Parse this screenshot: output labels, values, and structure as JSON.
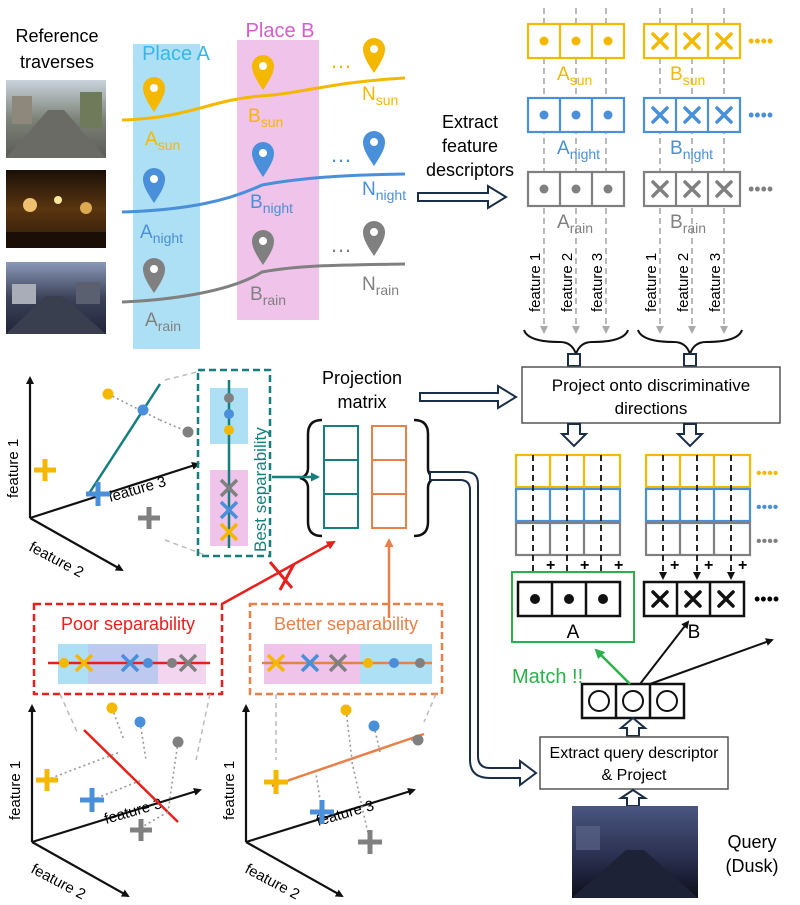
{
  "colors": {
    "sun": "#f5b800",
    "night": "#4a8fd9",
    "rain": "#808080",
    "placeA": "#aee0f5",
    "placeB": "#efc3ea",
    "placeALabel": "#33b8e8",
    "placeBLabel": "#d65ccc",
    "teal": "#177e7e",
    "orange": "#e8804a",
    "red": "#e8201c",
    "green": "#2bb14b",
    "navy": "#1a2e48"
  },
  "icons": [
    "location-pin-icon",
    "dot-icon",
    "cross-icon",
    "plus-icon",
    "circle-icon",
    "hollow-arrow-icon"
  ],
  "reference": {
    "title_line1": "Reference",
    "title_line2": "traverses"
  },
  "places": {
    "a": "Place A",
    "b": "Place B"
  },
  "traverses": {
    "sun": {
      "a": "A",
      "b": "B",
      "n": "N",
      "sub": "sun"
    },
    "night": {
      "a": "A",
      "b": "B",
      "n": "N",
      "sub": "night"
    },
    "rain": {
      "a": "A",
      "b": "B",
      "n": "N",
      "sub": "rain"
    }
  },
  "ellipsis": "…",
  "extract": {
    "line1": "Extract",
    "line2": "feature",
    "line3": "descriptors"
  },
  "descriptors": {
    "a_sun": "A",
    "b_sun": "B",
    "sun_sub": "sun",
    "a_night": "A",
    "b_night": "B",
    "night_sub": "night",
    "a_rain": "A",
    "b_rain": "B",
    "rain_sub": "rain",
    "trailing_dots": "••••"
  },
  "features": [
    "feature 1",
    "feature 2",
    "feature 3"
  ],
  "projection": {
    "line1": "Projection",
    "line2": "matrix"
  },
  "project_box": {
    "line1": "Project onto discriminative",
    "line2": "directions"
  },
  "plus": "+",
  "result": {
    "a": "A",
    "b": "B",
    "dots": "••••"
  },
  "match": "Match !!",
  "best_separability": "Best separability",
  "poor_separability": "Poor separability",
  "better_separability": "Better separability",
  "axes": {
    "f1": "feature 1",
    "f2": "feature 2",
    "f3": "feature 3"
  },
  "query_box": {
    "line1": "Extract query descriptor",
    "line2": "& Project"
  },
  "query": {
    "line1": "Query",
    "line2": "(Dusk)"
  }
}
